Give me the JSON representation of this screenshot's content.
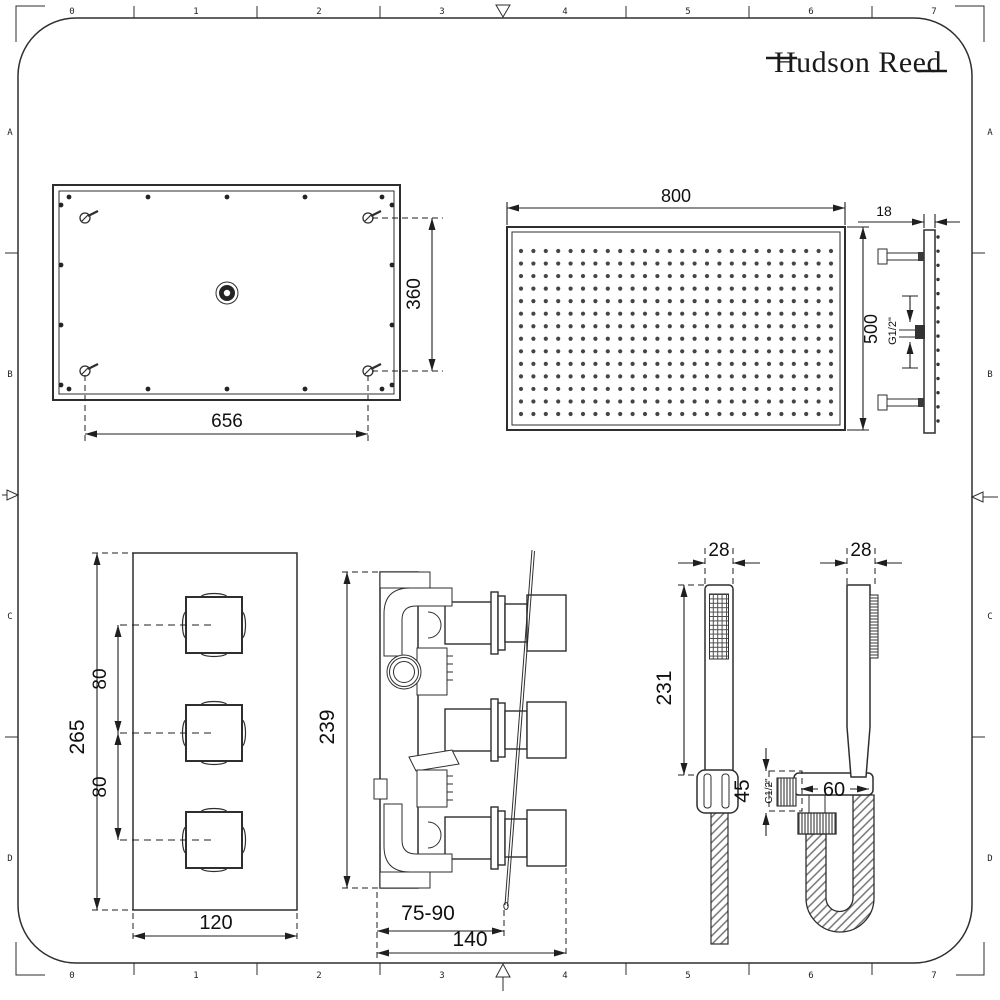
{
  "brand": {
    "logo_text": "Hudson Reed"
  },
  "frame": {
    "top_scale": [
      "0",
      "1",
      "2",
      "3",
      "4",
      "5",
      "6",
      "7"
    ],
    "bottom_scale": [
      "0",
      "1",
      "2",
      "3",
      "4",
      "5",
      "6",
      "7"
    ],
    "left_scale": [
      "A",
      "B",
      "C",
      "D"
    ],
    "right_scale": [
      "A",
      "B",
      "C",
      "D"
    ]
  },
  "drawings": {
    "ceiling_plate_plan": {
      "width": "656",
      "depth": "360"
    },
    "head_face": {
      "width": "800",
      "height": "500",
      "nozzle_grid": {
        "cols": 26,
        "rows": 14
      }
    },
    "head_side": {
      "thickness": "18",
      "connection": "G1/2\""
    },
    "valve_front": {
      "height": "265",
      "pitch_upper": "80",
      "pitch_lower": "80",
      "width": "120",
      "handle_centers_y": [
        625,
        733,
        840
      ]
    },
    "valve_side": {
      "height": "239",
      "recess_range": "75-90",
      "depth": "140",
      "cartridge_centers_y": [
        623,
        730,
        838
      ]
    },
    "handset_front": {
      "width": "28",
      "length": "231"
    },
    "handset_side": {
      "width": "28",
      "bracket_height": "45",
      "connection": "G1/2\"",
      "bracket_depth": "60"
    }
  }
}
